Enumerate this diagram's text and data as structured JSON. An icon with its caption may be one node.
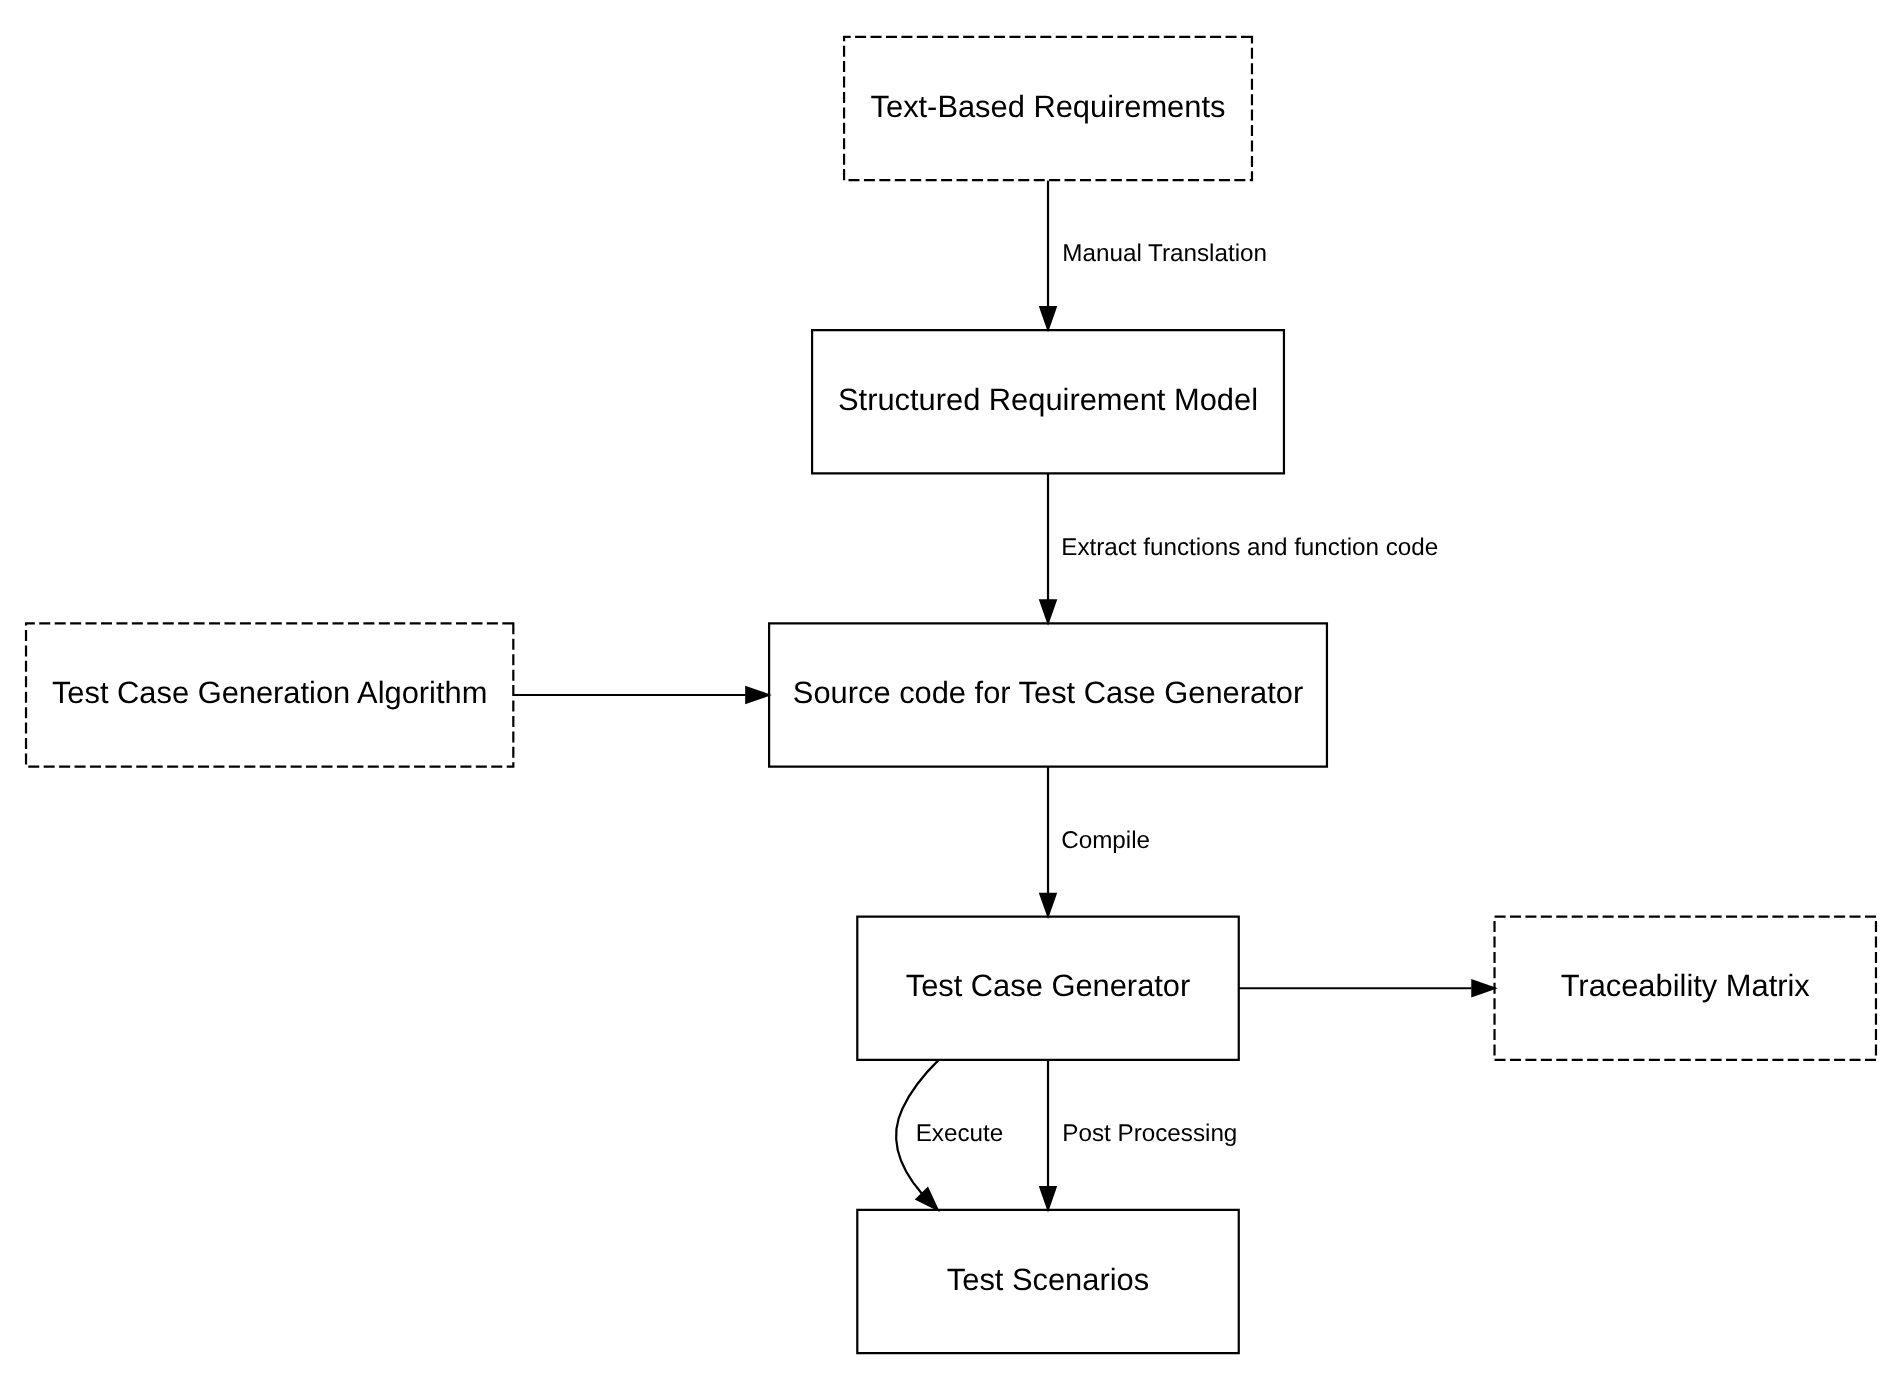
{
  "diagram": {
    "nodes": [
      {
        "text": [
          "Text-Based Requirements"
        ]
      },
      {
        "text": [
          "Structured Requirement Model"
        ]
      },
      {
        "text": [
          "Source code for Test Case Generator"
        ]
      },
      {
        "text": [
          "Test Case Generation Algorithm"
        ]
      },
      {
        "text": [
          "Traceability Matrix"
        ]
      },
      {
        "text": [
          "Test Case Generator"
        ]
      },
      {
        "text": [
          "Test Scenarios"
        ]
      }
    ],
    "edges": [
      {
        "from": 0,
        "to": 1,
        "arrow": "to",
        "label": "Manual Translation"
      },
      {
        "from": 1,
        "to": 2,
        "arrow": "to",
        "label": "Extract functions and function code"
      },
      {
        "from": 3,
        "to": 2,
        "arrow": "to"
      },
      {
        "from": 2,
        "to": 5,
        "arrow": "to",
        "label": "Compile"
      },
      {
        "from": 5,
        "to": 4,
        "arrow": "to"
      },
      {
        "from": 5,
        "to": 6,
        "arrow": "to",
        "label": "Execute"
      },
      {
        "from": 5,
        "to": 6,
        "arrow": "to",
        "label": "Post Processing"
      }
    ]
  }
}
